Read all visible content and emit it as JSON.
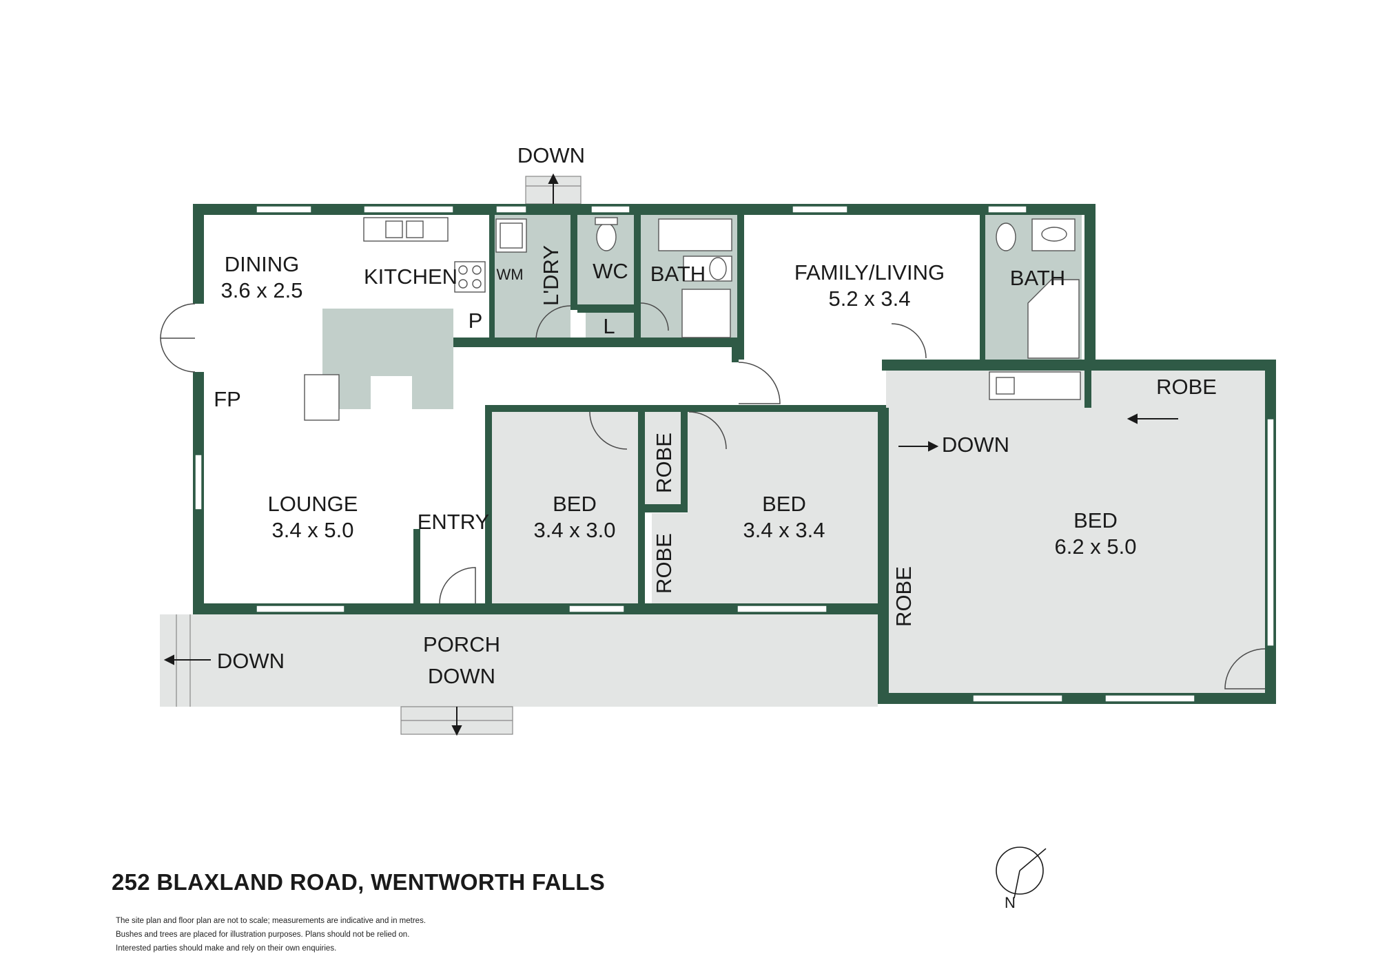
{
  "address": "252 BLAXLAND ROAD, WENTWORTH FALLS",
  "disclaimer": [
    "The site plan and floor plan are not to scale; measurements are indicative and in metres.",
    "Bushes and trees are placed for illustration purposes. Plans should not be relied on.",
    "Interested parties should make and rely on their own enquiries."
  ],
  "compass": {
    "label": "N"
  },
  "colors": {
    "wall": "#2f5a46",
    "wet_area": "#c2cfca",
    "room_shade": "#e3e5e4"
  },
  "rooms": {
    "dining": {
      "name": "DINING",
      "size": "3.6 x 2.5"
    },
    "kitchen": {
      "name": "KITCHEN"
    },
    "pantry": {
      "name": "P"
    },
    "wm": {
      "name": "WM"
    },
    "laundry": {
      "name": "L'DRY"
    },
    "wc": {
      "name": "WC"
    },
    "linen": {
      "name": "L"
    },
    "bath1": {
      "name": "BATH"
    },
    "family": {
      "name": "FAMILY/LIVING",
      "size": "5.2 x 3.4"
    },
    "bath2": {
      "name": "BATH"
    },
    "fireplace": {
      "name": "FP"
    },
    "lounge": {
      "name": "LOUNGE",
      "size": "3.4 x 5.0"
    },
    "entry": {
      "name": "ENTRY"
    },
    "bed1": {
      "name": "BED",
      "size": "3.4 x 3.0"
    },
    "robe1": {
      "name": "ROBE"
    },
    "robe2": {
      "name": "ROBE"
    },
    "bed2": {
      "name": "BED",
      "size": "3.4 x 3.4"
    },
    "bed3": {
      "name": "BED",
      "size": "6.2 x 5.0"
    },
    "robe3": {
      "name": "ROBE"
    },
    "robe4": {
      "name": "ROBE"
    },
    "porch": {
      "name": "PORCH"
    }
  },
  "stairs": {
    "top": "DOWN",
    "master": "DOWN",
    "porch_left": "DOWN",
    "porch_front": "DOWN"
  }
}
